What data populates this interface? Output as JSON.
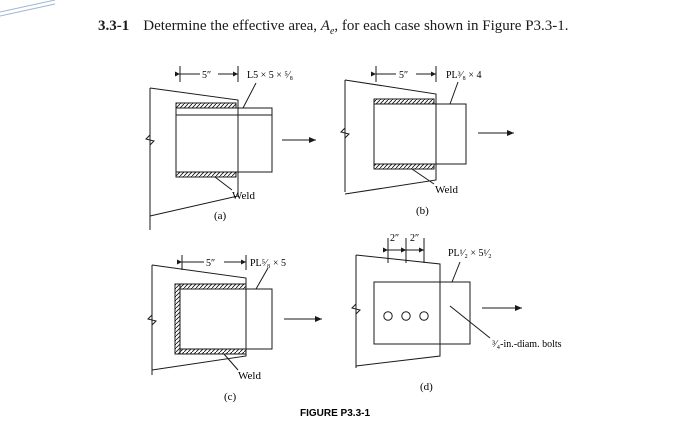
{
  "problem": {
    "number": "3.3-1",
    "statement_lead": "Determine the effective area, ",
    "area_symbol": "A",
    "area_subscript": "e",
    "statement_tail": ", for each case shown in Figure P3.3-1."
  },
  "figure": {
    "caption": "FIGURE P3.3-1",
    "panels": [
      {
        "id": "a",
        "label": "(a)",
        "dimension": "5″",
        "member": "L5 × 5 × ⁵⁄₈",
        "callout": "Weld"
      },
      {
        "id": "b",
        "label": "(b)",
        "dimension": "5″",
        "member": "PL³⁄₈ × 4",
        "callout": "Weld"
      },
      {
        "id": "c",
        "label": "(c)",
        "dimension": "5″",
        "member": "PL⁵⁄₈ × 5",
        "callout": "Weld"
      },
      {
        "id": "d",
        "label": "(d)",
        "dimension_1": "2″",
        "dimension_2": "2″",
        "member": "PL¹⁄₂ × 5¹⁄₂",
        "callout": "³⁄₄-in.-diam. bolts"
      }
    ]
  },
  "colors": {
    "ink": "#1a1a1a",
    "corner_accent": "#9fb7d6",
    "background": "#ffffff"
  }
}
